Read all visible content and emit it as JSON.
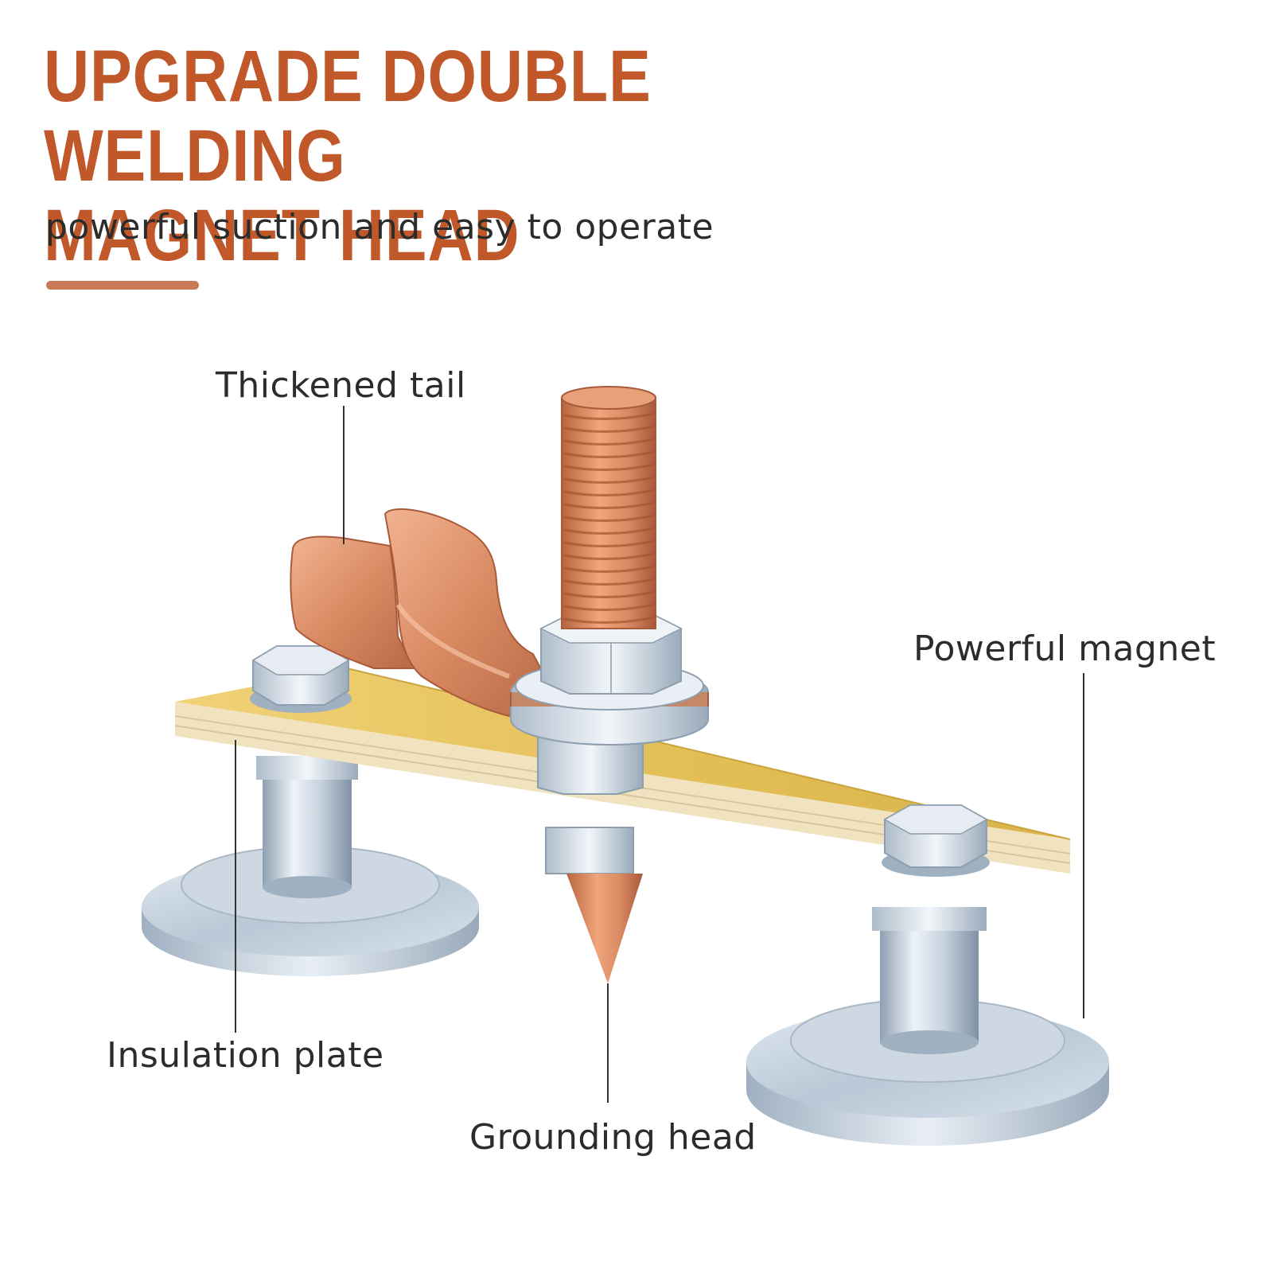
{
  "header": {
    "title_line1": "UPGRADE DOUBLE WELDING",
    "title_line2": "MAGNET HEAD",
    "subtitle": "powerful suction and easy to operate"
  },
  "callouts": {
    "thickened_tail": "Thickened tail",
    "powerful_magnet": "Powerful magnet",
    "insulation_plate": "Insulation plate",
    "grounding_head": "Grounding head"
  },
  "colors": {
    "headline": "#c0582a",
    "accent_bar": "#c97a57",
    "copper": "#d98a62",
    "insulation_plate": "#e5c15a",
    "steel": "#c9d4de"
  }
}
